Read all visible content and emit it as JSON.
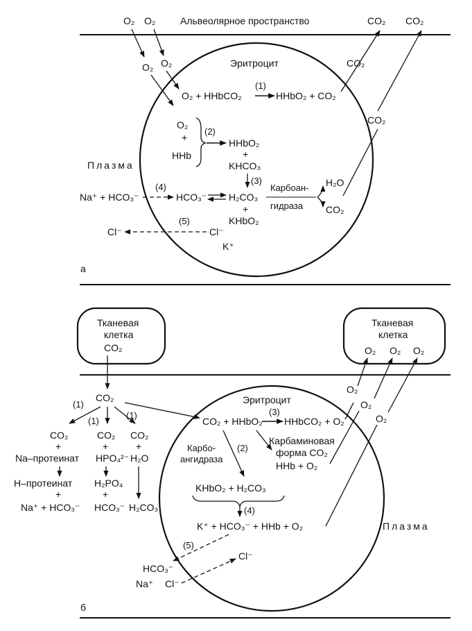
{
  "panel_a": {
    "letter": "а",
    "alveolar_title": "Альвеолярное пространство",
    "o2_top_1": "O₂",
    "o2_top_2": "O₂",
    "o2_mid": "O₂",
    "co2_top_1": "CO₂",
    "co2_top_2": "CO₂",
    "co2_right_1": "CO₂",
    "co2_right_2": "CO₂",
    "erythrocyte": "Эритроцит",
    "reaction_1": "O₂ + HHbCO₂",
    "reaction_1_num": "(1)",
    "reaction_1_product": "HHbO₂ + CO₂",
    "o2_inner": "O₂",
    "plus_1": "+",
    "hhb": "HHb",
    "reaction_2_num": "(2)",
    "hhbo2": "HHbO₂",
    "plus_2": "+",
    "khco3": "KHCO₃",
    "reaction_3_num": "(3)",
    "plasma": "Плазма",
    "na_hco3": "Na⁺ + HCO₃⁻",
    "reaction_4_num": "(4)",
    "hco3_inner": "HCO₃⁻",
    "h2co3": "H₂CO₃",
    "carbo_label_1": "Карбоан-",
    "carbo_label_2": "гидраза",
    "h2o": "H₂O",
    "co2_enzyme": "CO₂",
    "plus_3": "+",
    "khbo2": "KHbO₂",
    "cl_out": "Cl⁻",
    "reaction_5_num": "(5)",
    "cl_in": "Cl⁻",
    "k_plus": "K⁺"
  },
  "panel_b": {
    "letter": "б",
    "tissue_cell_left": [
      "Тканевая",
      "клетка"
    ],
    "tissue_co2": "CO₂",
    "tissue_cell_right": [
      "Тканевая",
      "клетка"
    ],
    "o2_cell_1": "O₂",
    "o2_cell_2": "O₂",
    "o2_cell_3": "O₂",
    "co2_central": "CO₂",
    "num_1a": "(1)",
    "num_1b": "(1)",
    "num_1c": "(1)",
    "col1": [
      "CO₂",
      "+",
      "Na–протеинат",
      "H–протеинат",
      "+",
      "Na⁺ + HCO₃⁻"
    ],
    "col2": [
      "CO₂",
      "+",
      "HPO₄²⁻",
      "H₂PO₄",
      "+",
      "HCO₃⁻"
    ],
    "col3": [
      "CO₂",
      "+",
      "H₂O",
      "H₂CO₃"
    ],
    "erythrocyte": "Эритроцит",
    "reaction_3": "CO₂ + HHbO₂",
    "reaction_3_num": "(3)",
    "reaction_3_product": "HHbCO₂ + O₂",
    "carbo_label_1": "Карбо-",
    "carbo_label_2": "ангидраза",
    "reaction_2_num": "(2)",
    "carbamino_1": "Карбаминовая",
    "carbamino_2": "форма CO₂",
    "hhb_o2": "HHb + O₂",
    "khbo2_h2co3": "KHbO₂ + H₂CO₃",
    "reaction_4_num": "(4)",
    "k_hco3": "K⁺ + HCO₃⁻ + HHb + O₂",
    "plasma": "Плазма",
    "reaction_5_num": "(5)",
    "hco3_out": "HCO₃⁻",
    "na_out": "Na⁺",
    "cl_out": "Cl⁻",
    "cl_in": "Cl⁻",
    "o2_out_1": "O₂",
    "o2_out_2": "O₂",
    "o2_out_3": "O₂"
  }
}
